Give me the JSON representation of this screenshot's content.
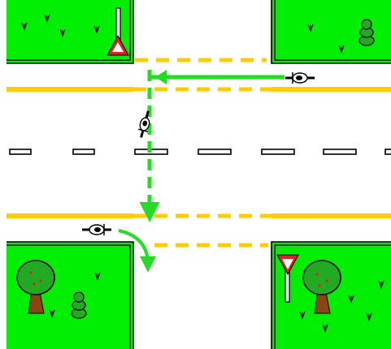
{
  "scene": {
    "type": "road-intersection-diagram",
    "colors": {
      "background": "#ffffff",
      "grass": "#00ee00",
      "grass_border": "#000000",
      "yellow_marking": "#ffcc00",
      "path_arrow": "#22dd22",
      "lane_dash": "#000000",
      "tree_canopy": "#22aa22",
      "tree_trunk": "#8b4513",
      "sign_red": "#dd2222"
    },
    "signs": [
      {
        "id": "sign-top-left",
        "kind": "warning-triangle"
      },
      {
        "id": "sign-bottom-right",
        "kind": "yield"
      }
    ],
    "vehicles": [
      {
        "id": "motorcycle-east",
        "heading": "west"
      },
      {
        "id": "motorcycle-center",
        "heading": "south"
      },
      {
        "id": "motorcycle-southwest",
        "heading": "east"
      }
    ],
    "arrows": [
      {
        "id": "path-left-turn",
        "style": "solid-then-dashed",
        "from": "east",
        "to": "south"
      },
      {
        "id": "path-right-turn",
        "style": "curved",
        "from": "west",
        "to": "south"
      }
    ]
  }
}
